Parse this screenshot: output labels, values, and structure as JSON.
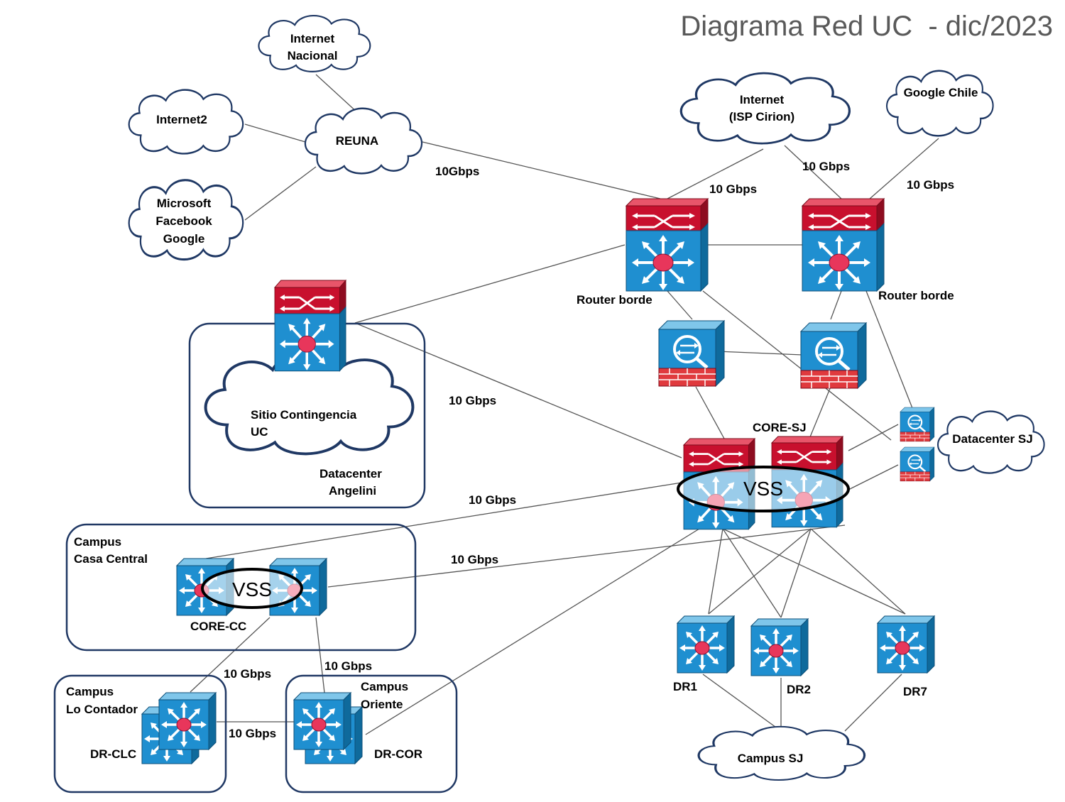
{
  "title": "Diagrama Red UC  - dic/2023",
  "clouds": {
    "internet_nacional": [
      "Internet",
      "Nacional"
    ],
    "internet2": [
      "Internet2"
    ],
    "reuna": [
      "REUNA"
    ],
    "microsoft": [
      "Microsoft",
      "Facebook",
      "Google"
    ],
    "isp": [
      "Internet",
      "(ISP Cirion)"
    ],
    "google_chile": [
      "Google Chile"
    ],
    "sitio_contingencia": [
      "Sitio Contingencia",
      "UC"
    ],
    "datacenter_sj": [
      "Datacenter  SJ"
    ],
    "campus_sj": [
      "Campus SJ"
    ]
  },
  "groups": {
    "angelini": [
      "Datacenter",
      "Angelini"
    ],
    "casa_central": [
      "Campus",
      "Casa Central"
    ],
    "lo_contador": [
      "Campus",
      "Lo Contador"
    ],
    "oriente": [
      "Campus",
      "Oriente"
    ]
  },
  "devices": {
    "router_borde_1": "Router borde",
    "router_borde_2": "Router borde",
    "core_sj": "CORE-SJ",
    "core_cc": "CORE-CC",
    "dr1": "DR1",
    "dr2": "DR2",
    "dr7": "DR7",
    "dr_clc": "DR-CLC",
    "dr_cor": "DR-COR"
  },
  "vss_label": "VSS",
  "speeds": {
    "reuna_router": "10Gbps",
    "isp_router1": "10 Gbps",
    "isp_router2": "10 Gbps",
    "google_router2": "10 Gbps",
    "angelini_core": "10 Gbps",
    "cc_core_a": "10 Gbps",
    "cc_core_b": "10 Gbps",
    "cc_clc": "10 Gbps",
    "cc_cor": "10 Gbps",
    "clc_cor": "10 Gbps"
  },
  "colors": {
    "switch_blue": "#1f8fd0",
    "router_red": "#c8102e",
    "firewall_red": "#e03a3e",
    "group_border": "#203864",
    "title_gray": "#595959"
  },
  "icons": {
    "router": "router-icon",
    "l3_switch": "multilayer-switch-icon",
    "firewall": "firewall-icon"
  }
}
